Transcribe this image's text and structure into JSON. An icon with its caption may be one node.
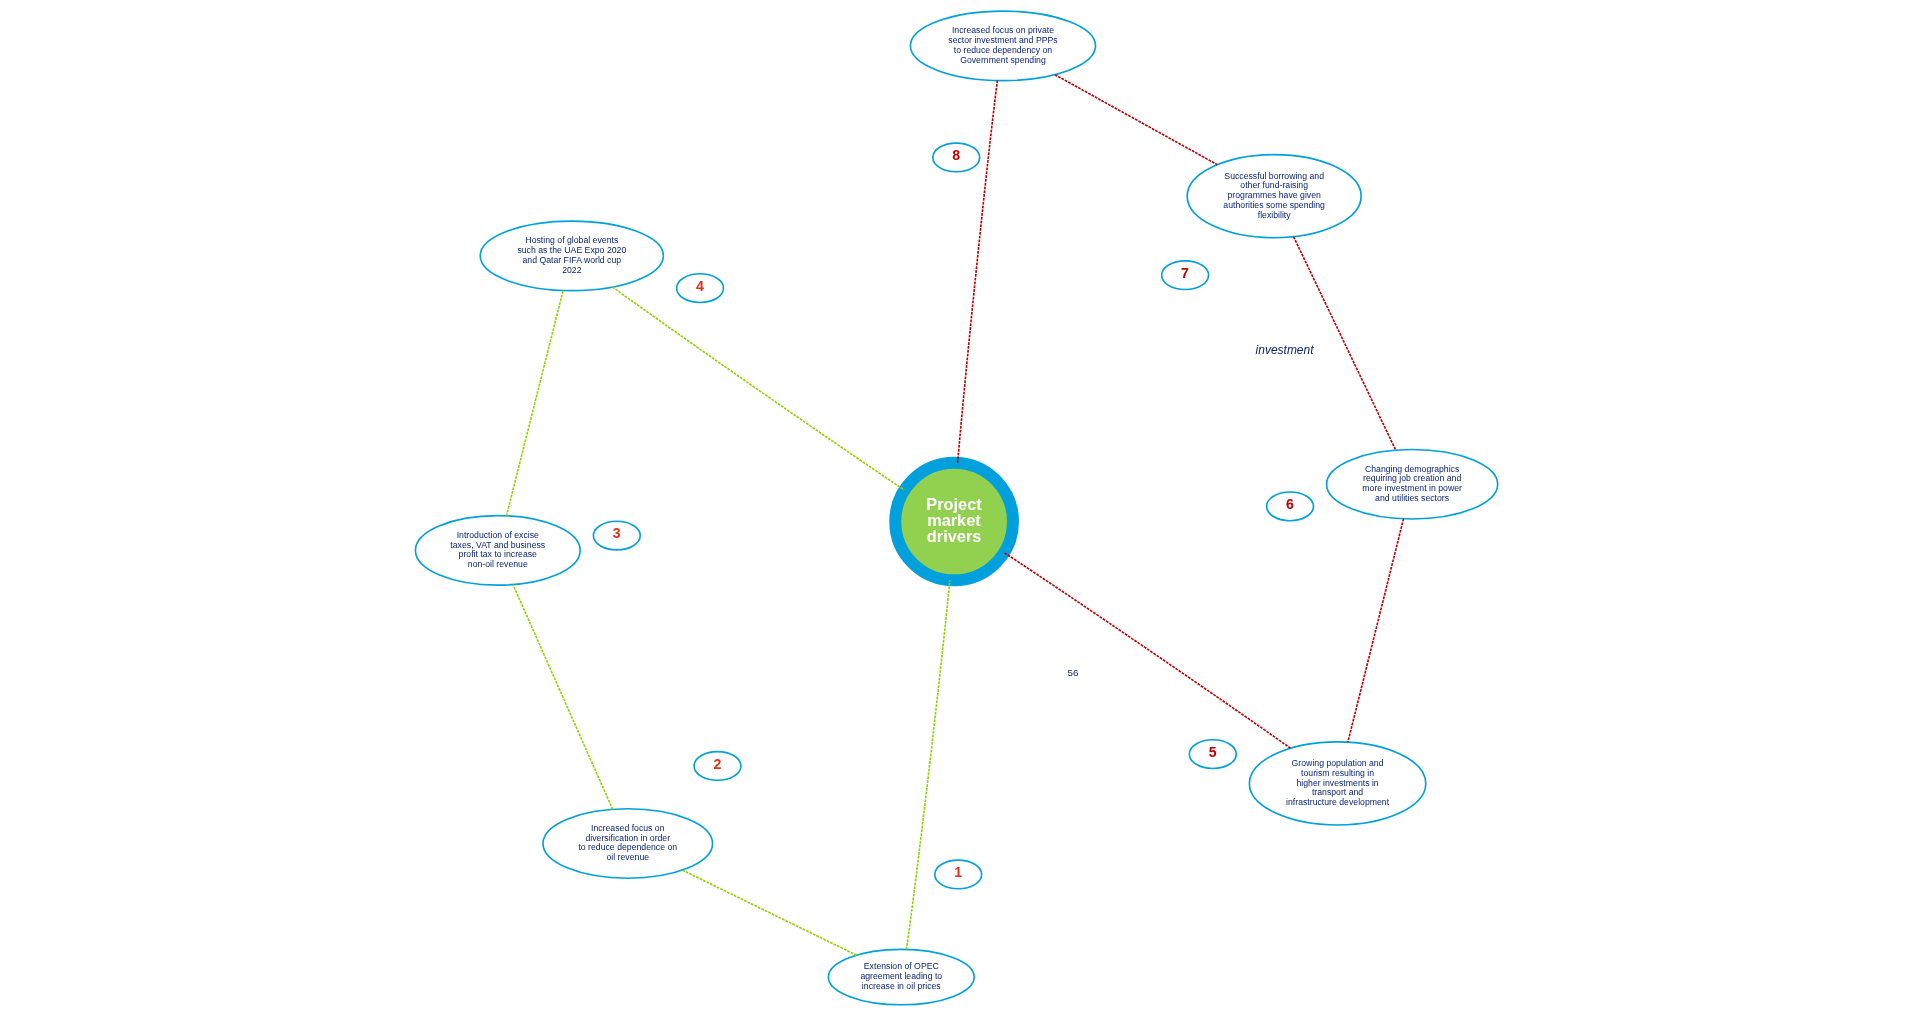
{
  "diagram": {
    "nodes": [
      {
        "text": [
          "Project market drivers"
        ]
      },
      {
        "text": [
          "Extension of OPEC agreement leading to increase in oil prices"
        ]
      },
      {
        "text": [
          "1"
        ]
      },
      {
        "text": [
          "Increased focus on diversification in order to reduce dependence on oil revenue"
        ]
      },
      {
        "text": [
          "2"
        ]
      },
      {
        "text": [
          "Introduction of excise taxes, VAT and business profit tax to increase non-oil revenue"
        ]
      },
      {
        "text": [
          "3"
        ]
      },
      {
        "text": [
          "Hosting of global events such as the UAE Expo 2020 and Qatar FIFA world cup 2022"
        ]
      },
      {
        "text": [
          "4"
        ]
      },
      {
        "text": [
          "Growing population and tourism resulting in higher investments in transport and infrastructure development"
        ]
      },
      {
        "text": [
          "5"
        ]
      },
      {
        "text": [
          "Changing demographics requiring job creation and more investment in power and utilities sectors"
        ]
      },
      {
        "text": [
          "6"
        ]
      },
      {
        "text": [
          "Successful borrowing and other fund-raising programmes have given authorities some spending flexibility"
        ]
      },
      {
        "text": [
          "7"
        ]
      },
      {
        "text": [
          "Increased focus on private sector investment and PPPs to reduce dependency on Government spending"
        ]
      },
      {
        "text": [
          "8"
        ]
      }
    ],
    "edges": [
      {
        "from": 1,
        "to": 3,
        "arrow": "none",
        "style": "dashed",
        "color": "#8fd400"
      },
      {
        "from": 3,
        "to": 5,
        "arrow": "none",
        "style": "dashed",
        "color": "#8fd400"
      },
      {
        "from": 5,
        "to": 7,
        "arrow": "none",
        "style": "dashed",
        "color": "#8fd400"
      },
      {
        "from": 7,
        "to": 0,
        "arrow": "none",
        "style": "dashed",
        "color": "#8fd400"
      },
      {
        "from": 1,
        "to": 0,
        "arrow": "none",
        "style": "dashed",
        "color": "#8fd400"
      },
      {
        "from": 0,
        "to": 15,
        "arrow": "none",
        "style": "dashed",
        "color": "#c00000"
      },
      {
        "from": 15,
        "to": 13,
        "arrow": "none",
        "style": "dashed",
        "color": "#c00000"
      },
      {
        "from": 13,
        "to": 11,
        "arrow": "none",
        "style": "dashed",
        "color": "#c00000"
      },
      {
        "from": 11,
        "to": 9,
        "arrow": "none",
        "style": "dashed",
        "color": "#c00000"
      },
      {
        "from": 9,
        "to": 0,
        "arrow": "none",
        "style": "dashed",
        "color": "#c00000"
      }
    ],
    "labels": [
      "investment",
      "56"
    ]
  }
}
